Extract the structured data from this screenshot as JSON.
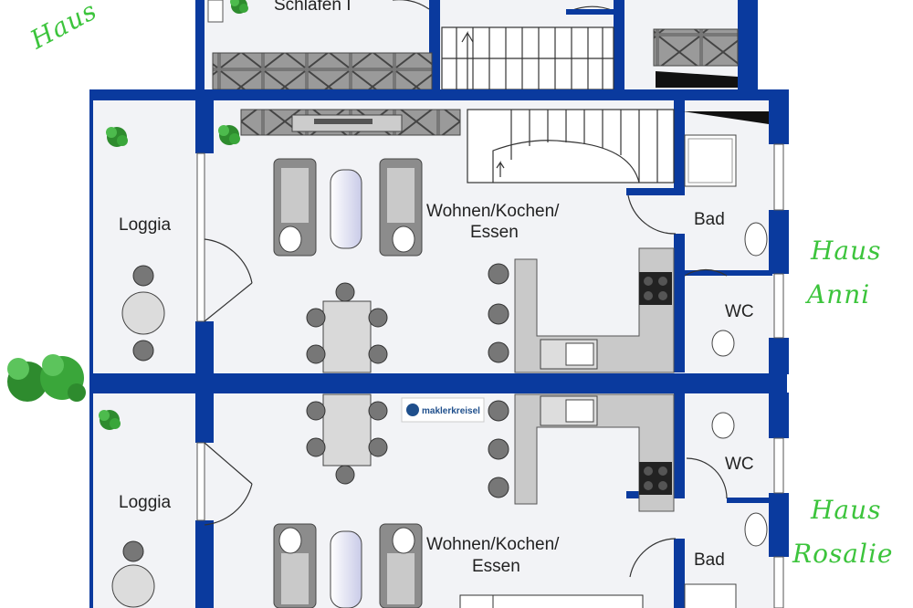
{
  "top_room": {
    "label": "Schlafen I"
  },
  "upper_unit": {
    "house_name_line1": "Haus",
    "house_name_line2": "Anni",
    "rooms": {
      "loggia": "Loggia",
      "living_line1": "Wohnen/Kochen/",
      "living_line2": "Essen",
      "bath": "Bad",
      "wc": "WC"
    }
  },
  "lower_unit": {
    "house_name_line1": "Haus",
    "house_name_line2": "Rosalie",
    "rooms": {
      "loggia": "Loggia",
      "living_line1": "Wohnen/Kochen/",
      "living_line2": "Essen",
      "bath": "Bad",
      "wc": "WC"
    }
  },
  "corner_label": "Haus",
  "watermark": {
    "text": "maklerkreisel"
  },
  "colors": {
    "wall": "#0a3a9e",
    "floor": "#f2f3f6",
    "furniture": "#8c8c8c",
    "handwriting": "#3cc43c"
  }
}
